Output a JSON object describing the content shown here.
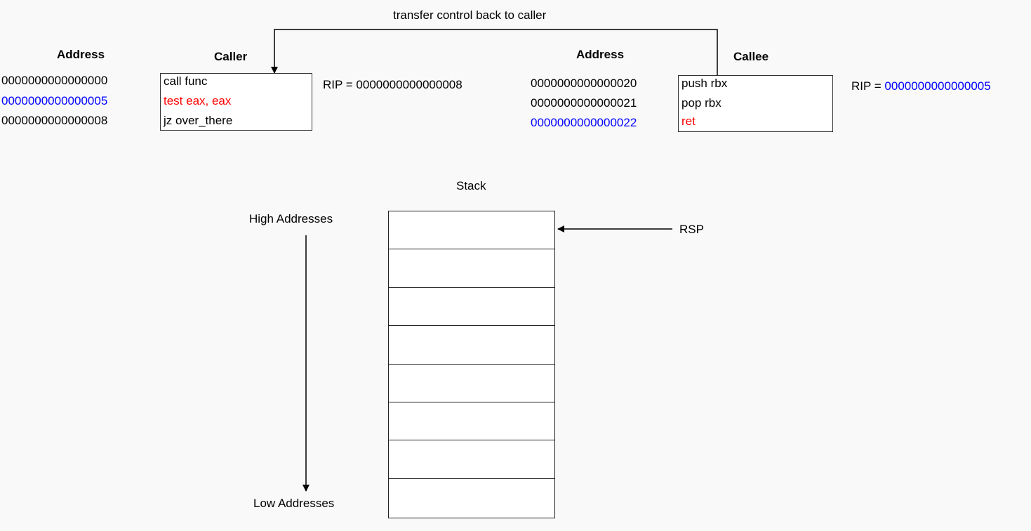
{
  "colors": {
    "highlight_address": "#0000ff",
    "current_instruction": "#ff0000",
    "text": "#000000"
  },
  "top_arrow_label": "transfer control back to caller",
  "caller": {
    "address_header": "Address",
    "code_header": "Caller",
    "rows": [
      {
        "address": "0000000000000000",
        "instruction": "call func",
        "address_highlight": false,
        "instruction_highlight": false
      },
      {
        "address": "0000000000000005",
        "instruction": "test eax, eax",
        "address_highlight": true,
        "instruction_highlight": true
      },
      {
        "address": "0000000000000008",
        "instruction": "jz over_there",
        "address_highlight": false,
        "instruction_highlight": false
      }
    ],
    "rip_label": "RIP = ",
    "rip_value": "0000000000000008"
  },
  "callee": {
    "address_header": "Address",
    "code_header": "Callee",
    "rows": [
      {
        "address": "0000000000000020",
        "instruction": "push rbx",
        "address_highlight": false,
        "instruction_highlight": false
      },
      {
        "address": "0000000000000021",
        "instruction": "pop rbx",
        "address_highlight": false,
        "instruction_highlight": false
      },
      {
        "address": "0000000000000022",
        "instruction": "ret",
        "address_highlight": true,
        "instruction_highlight": true
      }
    ],
    "rip_label": "RIP = ",
    "rip_value": "0000000000000005"
  },
  "stack": {
    "title": "Stack",
    "slot_count": 8,
    "high_label": "High Addresses",
    "low_label": "Low Addresses",
    "pointer_label": "RSP"
  }
}
